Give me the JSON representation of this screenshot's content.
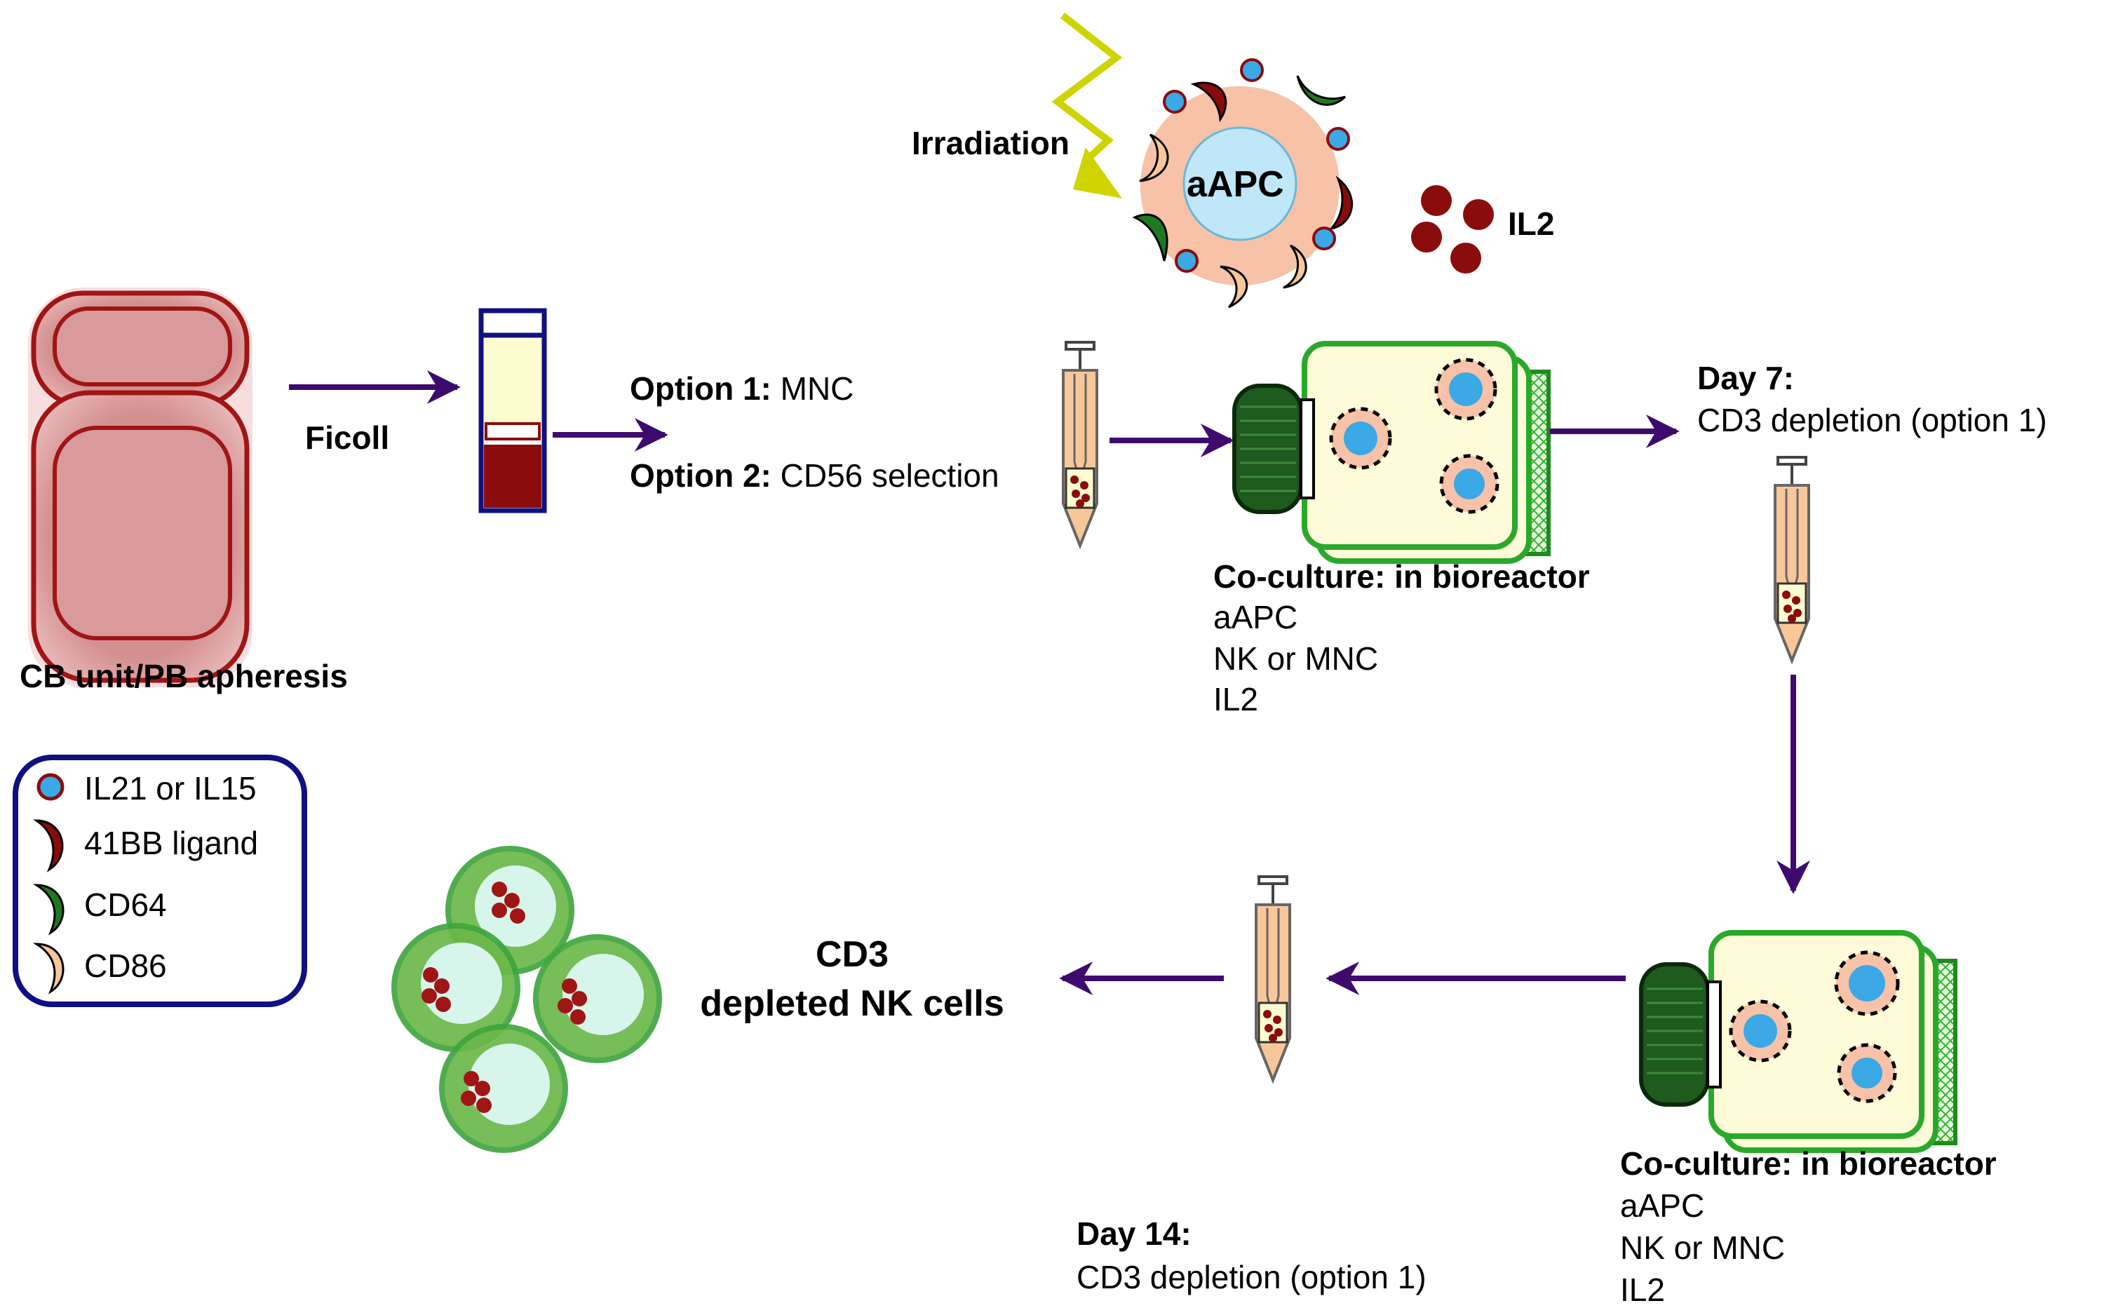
{
  "labels": {
    "irradiation": "Irradiation",
    "aapc": "aAPC",
    "il2": "IL2",
    "ficoll": "Ficoll",
    "cb_unit": "CB unit/PB apheresis",
    "option1_bold": "Option 1:",
    "option1_text": " MNC",
    "option2_bold": "Option 2:",
    "option2_text": " CD56 selection",
    "day7_title": "Day 7:",
    "day7_text": "CD3 depletion (option 1)",
    "coculture1_title": "Co-culture: in bioreactor",
    "coculture1_lines": [
      "aAPC",
      "NK or MNC",
      "IL2"
    ],
    "coculture2_title": "Co-culture: in bioreactor",
    "coculture2_lines": [
      "aAPC",
      "NK or MNC",
      "IL2"
    ],
    "day14_title": "Day 14:",
    "day14_text": "CD3 depletion (option 1)",
    "result_line1": "CD3",
    "result_line2": "depleted NK cells"
  },
  "legend": {
    "items": [
      {
        "label": "IL21 or IL15",
        "icon": "blue-dot-icon"
      },
      {
        "label": "41BB ligand",
        "icon": "dark-red-crescent-icon"
      },
      {
        "label": "CD64",
        "icon": "green-crescent-icon"
      },
      {
        "label": "CD86",
        "icon": "peach-crescent-icon"
      }
    ]
  },
  "colors": {
    "arrow": "#3f0a6e",
    "blood_bag": "#a01515",
    "blood_bag_fill": "#d89a9a",
    "aapc_body": "#f7c2a8",
    "aapc_nucleus": "#bfe7f7",
    "il2_dot": "#8b0c0c",
    "ligand_41bb": "#8b0a0a",
    "cd64": "#1e7a1e",
    "cd86": "#f7c79a",
    "il21": "#3aa9e6",
    "bioreactor_green": "#1f8a1f",
    "bioreactor_fill": "#fdfbd8",
    "nk_outer": "#6cb84a",
    "nk_inner": "#d8f5ec",
    "lightning": "#cfd400",
    "legend_border": "#101080"
  }
}
